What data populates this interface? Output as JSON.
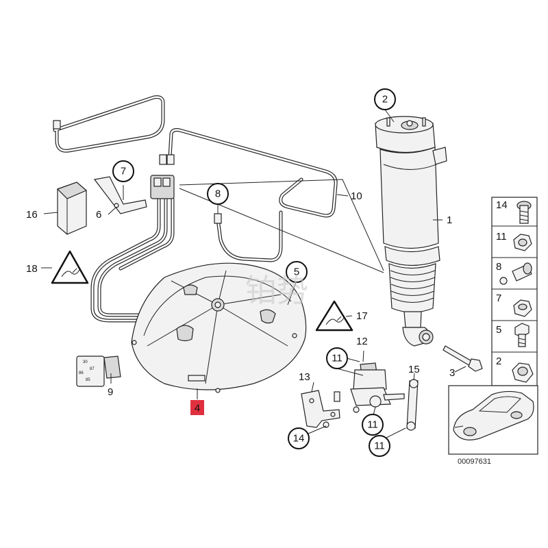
{
  "labels": {
    "p1": "1",
    "p2": "2",
    "p3": "3",
    "p4": "4",
    "p5": "5",
    "p6": "6",
    "p7": "7",
    "p8": "8",
    "p9": "9",
    "p10": "10",
    "p11a": "11",
    "p11b": "11",
    "p11c": "11",
    "p12": "12",
    "p13": "13",
    "p14": "14",
    "p15": "15",
    "p16": "16",
    "p17": "17",
    "p18": "18"
  },
  "legend": {
    "items": [
      {
        "label": "14"
      },
      {
        "label": "11"
      },
      {
        "label": "8"
      },
      {
        "label": "7"
      },
      {
        "label": "5"
      },
      {
        "label": "2"
      }
    ]
  },
  "relay": {
    "pin30": "30",
    "pin86": "86",
    "pin87": "87",
    "pin85": "85"
  },
  "watermark": "铂势",
  "diagram_number": "00097631",
  "colors": {
    "highlight": "#e03040",
    "line": "#222222"
  }
}
